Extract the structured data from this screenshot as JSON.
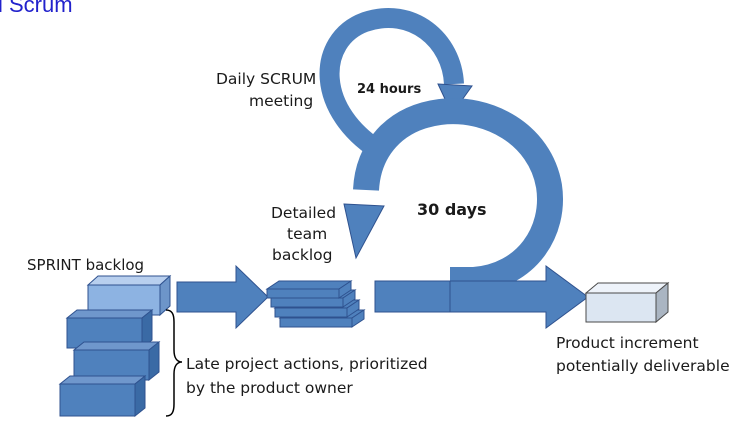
{
  "title_fragment": "l Scrum",
  "labels": {
    "daily_scrum": [
      "Daily SCRUM",
      "meeting"
    ],
    "hours": "24 hours",
    "days": "30 days",
    "detailed_backlog": [
      "Detailed",
      "team",
      "backlog"
    ],
    "sprint_backlog": "SPRINT backlog",
    "late_actions": [
      "Late project actions, prioritized",
      "by the product owner"
    ],
    "product_increment": [
      "Product increment",
      "potentially deliverable"
    ]
  },
  "colors": {
    "shape_fill": "#4f81bd",
    "shape_stroke": "#2f528f",
    "light_box": "#8db3e2",
    "pale_box": "#dce6f2",
    "title": "#2222cc"
  }
}
